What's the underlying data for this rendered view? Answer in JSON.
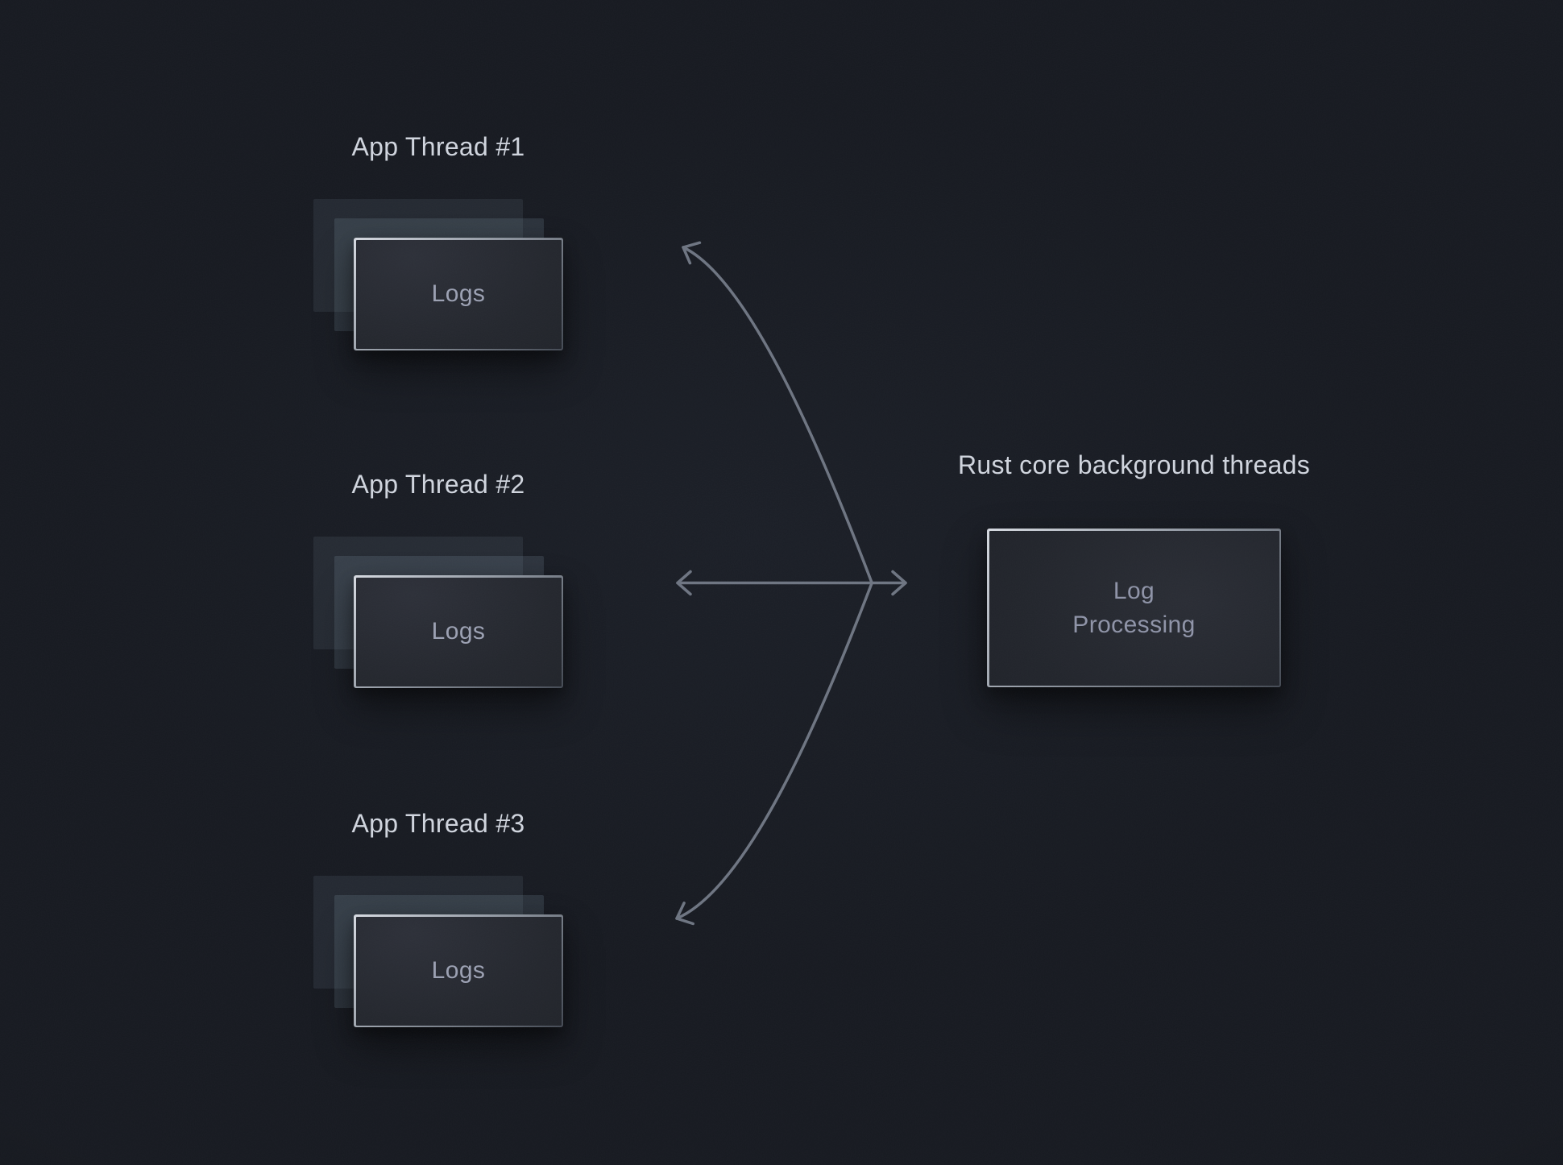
{
  "diagram_title": "",
  "threads": [
    {
      "label": "App Thread #1",
      "box_label": "Logs"
    },
    {
      "label": "App Thread #2",
      "box_label": "Logs"
    },
    {
      "label": "App Thread #3",
      "box_label": "Logs"
    }
  ],
  "right": {
    "label": "Rust core background threads",
    "box_label": "Log\nProcessing"
  },
  "arrows": {
    "description": "Three flows (one per app thread Logs stack) converge to a single junction and point into Log Processing; heads on both thread side and processing side (bidirectional fan-in).",
    "count_heads": 4
  },
  "colors": {
    "background": "#171a21",
    "arrow": "#6e7582",
    "thread_label": "#d0d5de",
    "logs_text": "#9ca1b3",
    "proc_text": "#8f94a8",
    "card_border_light": "#d6dae1",
    "card_border_mid": "#9299a3",
    "card_border_dark": "#444a54"
  }
}
